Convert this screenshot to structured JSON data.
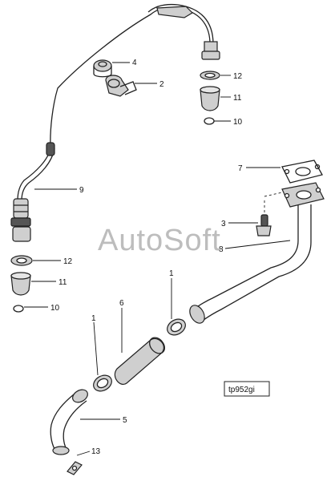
{
  "watermark": "AutoSoft",
  "reference": "tp952gi",
  "callouts": [
    "4",
    "2",
    "12",
    "11",
    "10",
    "9",
    "7",
    "3",
    "8",
    "12",
    "11",
    "10",
    "1",
    "6",
    "1",
    "5",
    "13"
  ]
}
